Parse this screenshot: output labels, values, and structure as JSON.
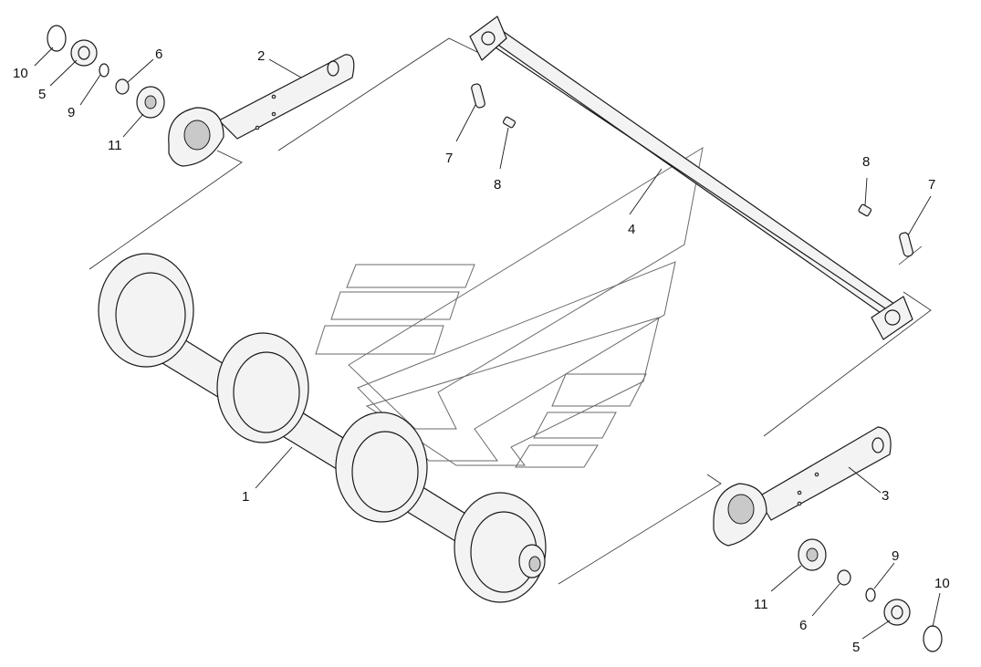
{
  "callouts": {
    "c1": "1",
    "c2": "2",
    "c3": "3",
    "c4": "4",
    "c5a": "5",
    "c5b": "5",
    "c6a": "6",
    "c6b": "6",
    "c7a": "7",
    "c7b": "7",
    "c8a": "8",
    "c8b": "8",
    "c9a": "9",
    "c9b": "9",
    "c10a": "10",
    "c10b": "10",
    "c11a": "11",
    "c11b": "11"
  },
  "icons": {
    "watermark": "chevron-stripes-logo"
  }
}
